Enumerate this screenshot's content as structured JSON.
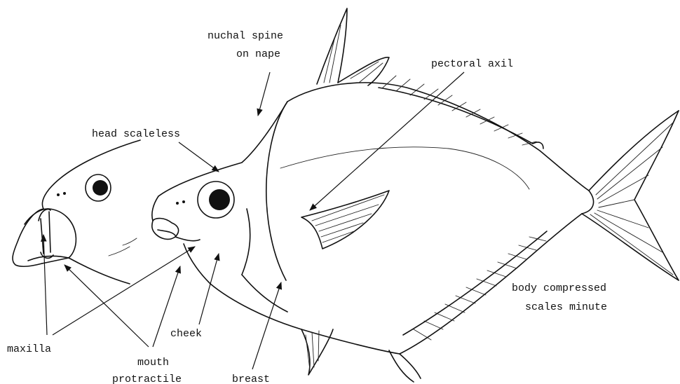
{
  "labels": {
    "nuchal_spine_1": "nuchal spine",
    "nuchal_spine_2": "on nape",
    "pectoral_axil": "pectoral axil",
    "head_scaleless": "head scaleless",
    "body_compressed_1": "body compressed",
    "body_compressed_2": "scales minute",
    "maxilla": "maxilla",
    "cheek": "cheek",
    "mouth_1": "mouth",
    "mouth_2": "protractile",
    "breast": "breast"
  }
}
